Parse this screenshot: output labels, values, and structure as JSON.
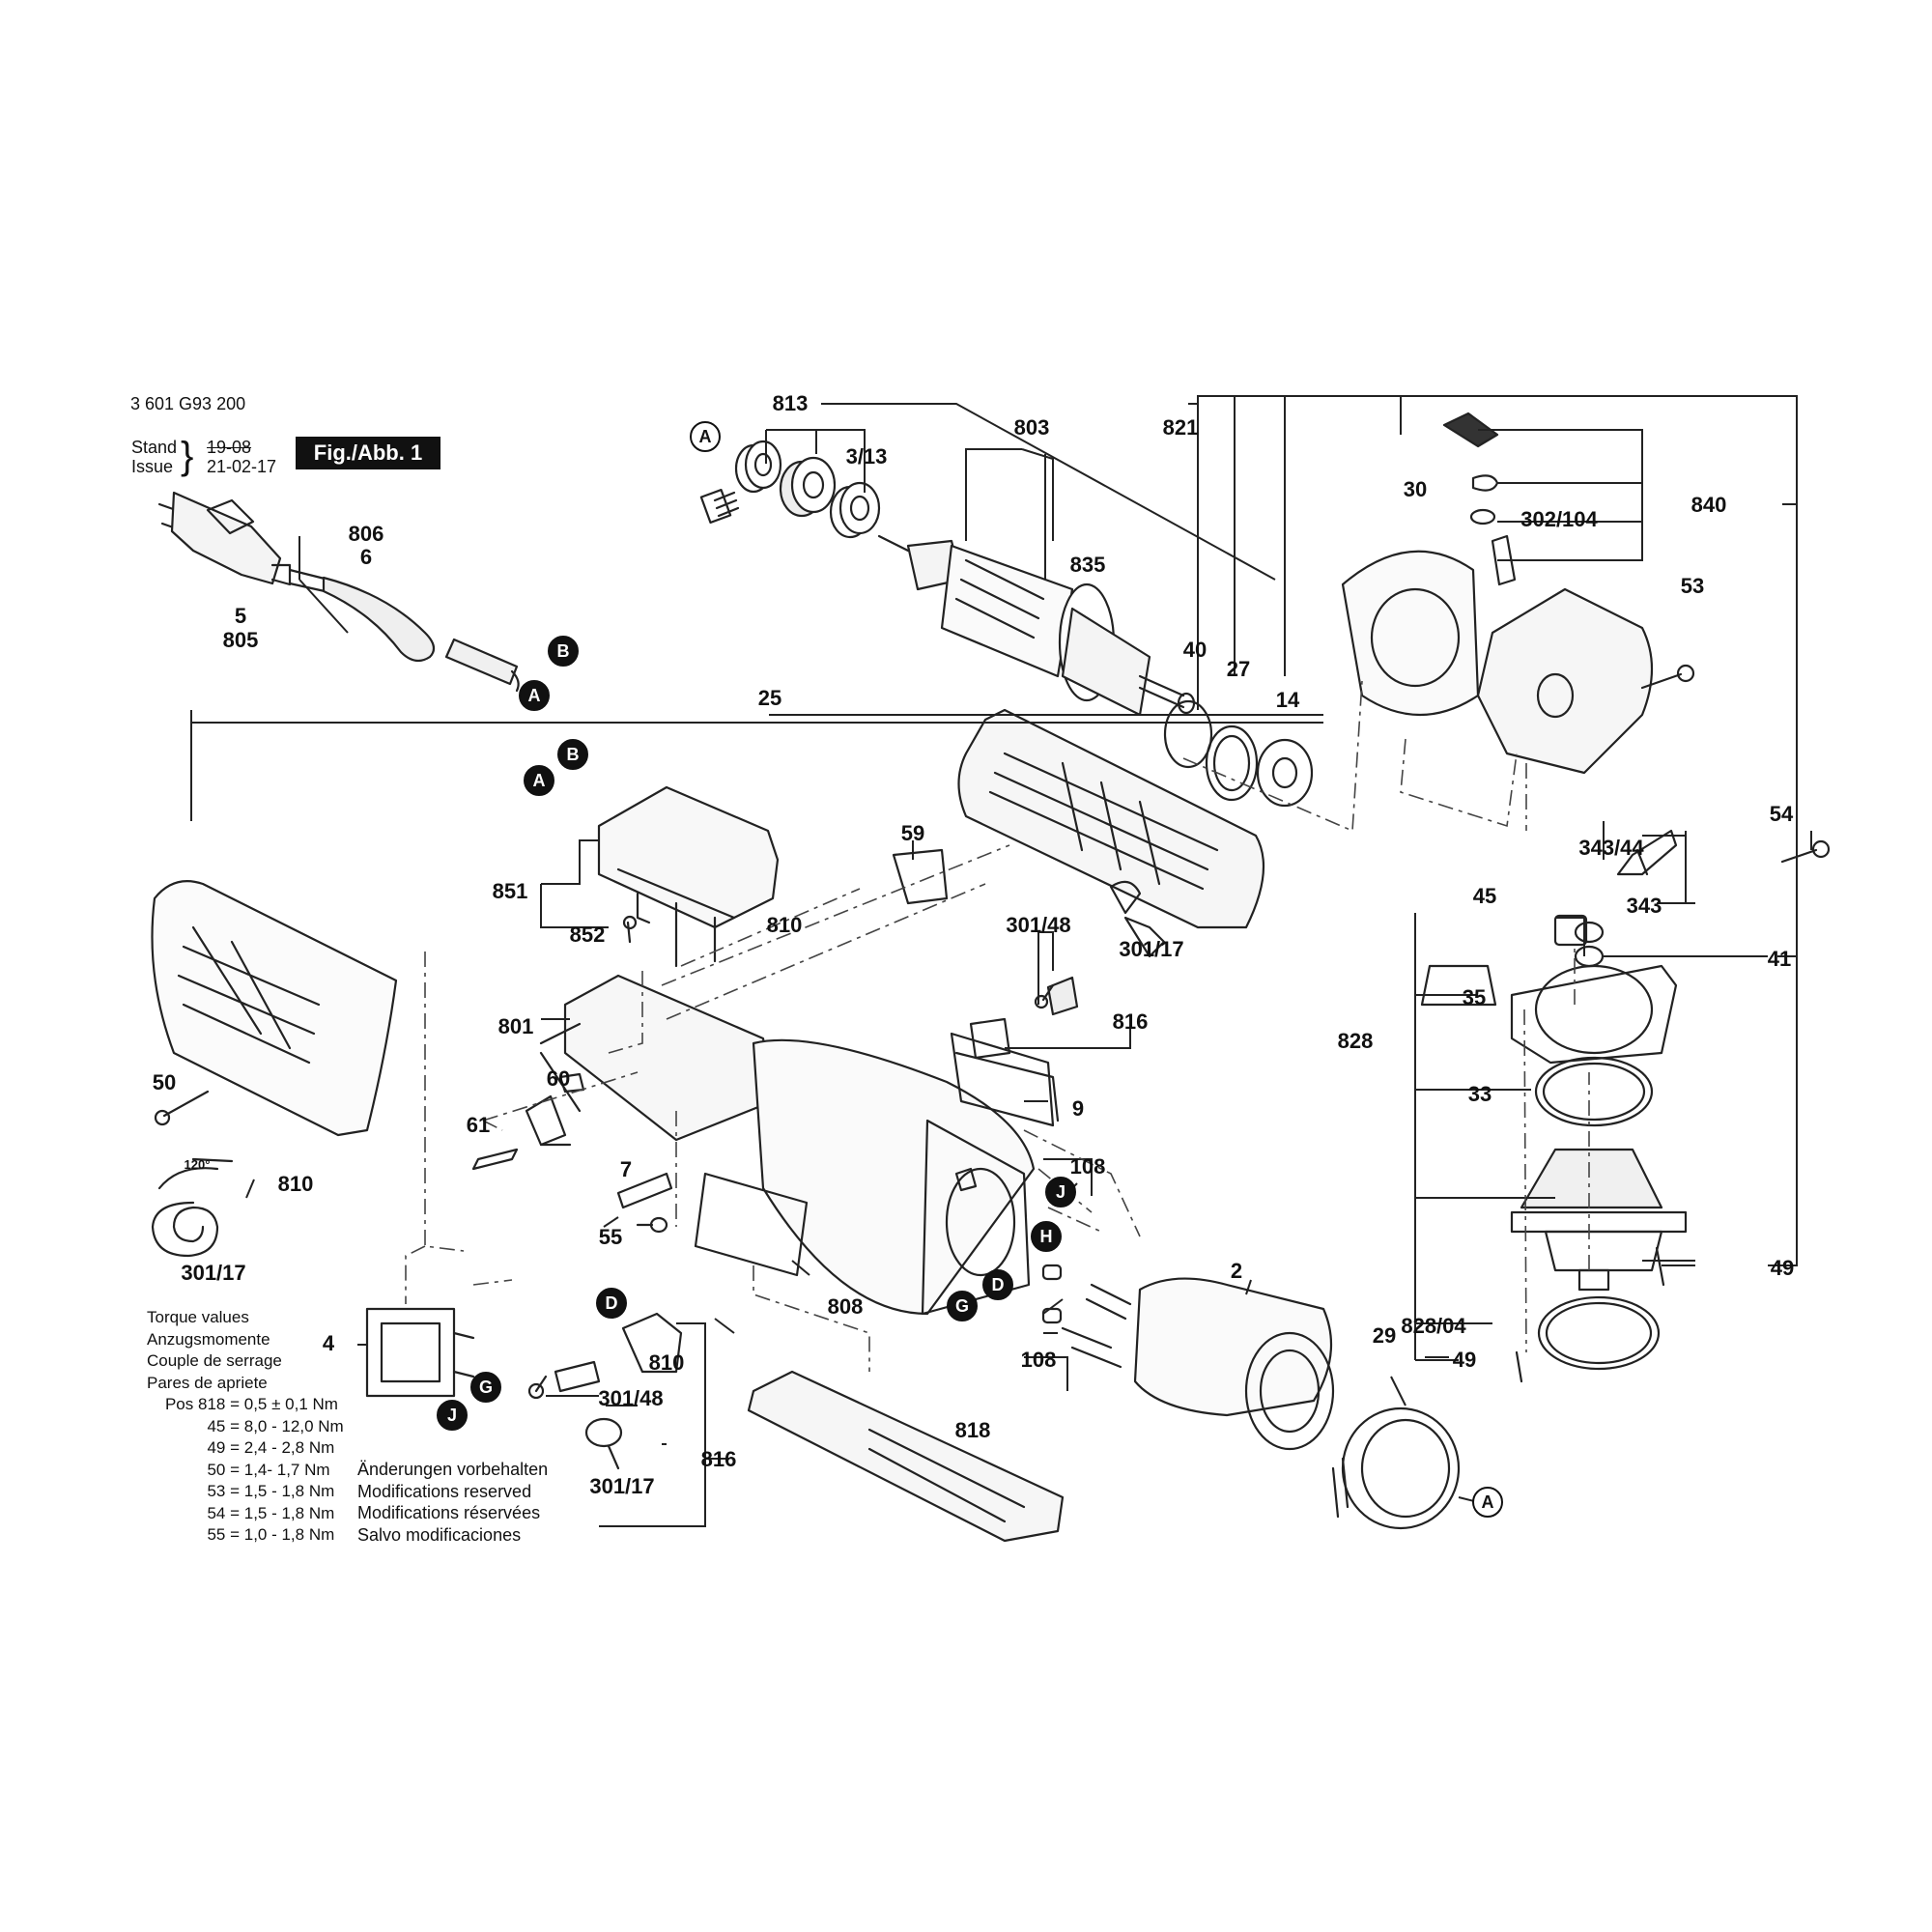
{
  "header": {
    "doc_number": "3 601 G93 200",
    "stand_label": "Stand",
    "issue_label": "Issue",
    "stand_date": "19-08",
    "issue_date": "21-02-17",
    "figure_label": "Fig./Abb. 1"
  },
  "part_labels": [
    "813",
    "803",
    "3/13",
    "821",
    "30",
    "840",
    "302/104",
    "53",
    "835",
    "806",
    "6",
    "5",
    "805",
    "40",
    "27",
    "14",
    "25",
    "54",
    "343/44",
    "45",
    "343",
    "59",
    "301/48",
    "810",
    "851",
    "852",
    "41",
    "301/17",
    "35",
    "801",
    "816",
    "828",
    "50",
    "60",
    "9",
    "33",
    "61",
    "108",
    "810",
    "120°",
    "55",
    "7",
    "301/17",
    "808",
    "2",
    "49",
    "4",
    "810",
    "108",
    "29",
    "828/04",
    "49",
    "301/48",
    "818",
    "816",
    "301/17"
  ],
  "callouts": [
    "A",
    "A",
    "B",
    "A",
    "B",
    "D",
    "J",
    "H",
    "D",
    "G",
    "G",
    "J",
    "A"
  ],
  "torque": {
    "heading": [
      "Torque values",
      "Anzugsmomente",
      "Couple de serrage",
      "Pares de apriete"
    ],
    "rows": [
      {
        "pos": "Pos 818 =",
        "value": "0,5 ± 0,1 Nm"
      },
      {
        "pos": "45 =",
        "value": "8,0 - 12,0 Nm"
      },
      {
        "pos": "49 =",
        "value": "2,4 - 2,8 Nm"
      },
      {
        "pos": "50 =",
        "value": "1,4- 1,7 Nm"
      },
      {
        "pos": "53 =",
        "value": "1,5 - 1,8 Nm"
      },
      {
        "pos": "54 =",
        "value": "1,5 - 1,8 Nm"
      },
      {
        "pos": "55 =",
        "value": "1,0 - 1,8 Nm"
      }
    ]
  },
  "disclaimer": [
    "Änderungen vorbehalten",
    "Modifications reserved",
    "Modifications réservées",
    "Salvo modificaciones"
  ]
}
